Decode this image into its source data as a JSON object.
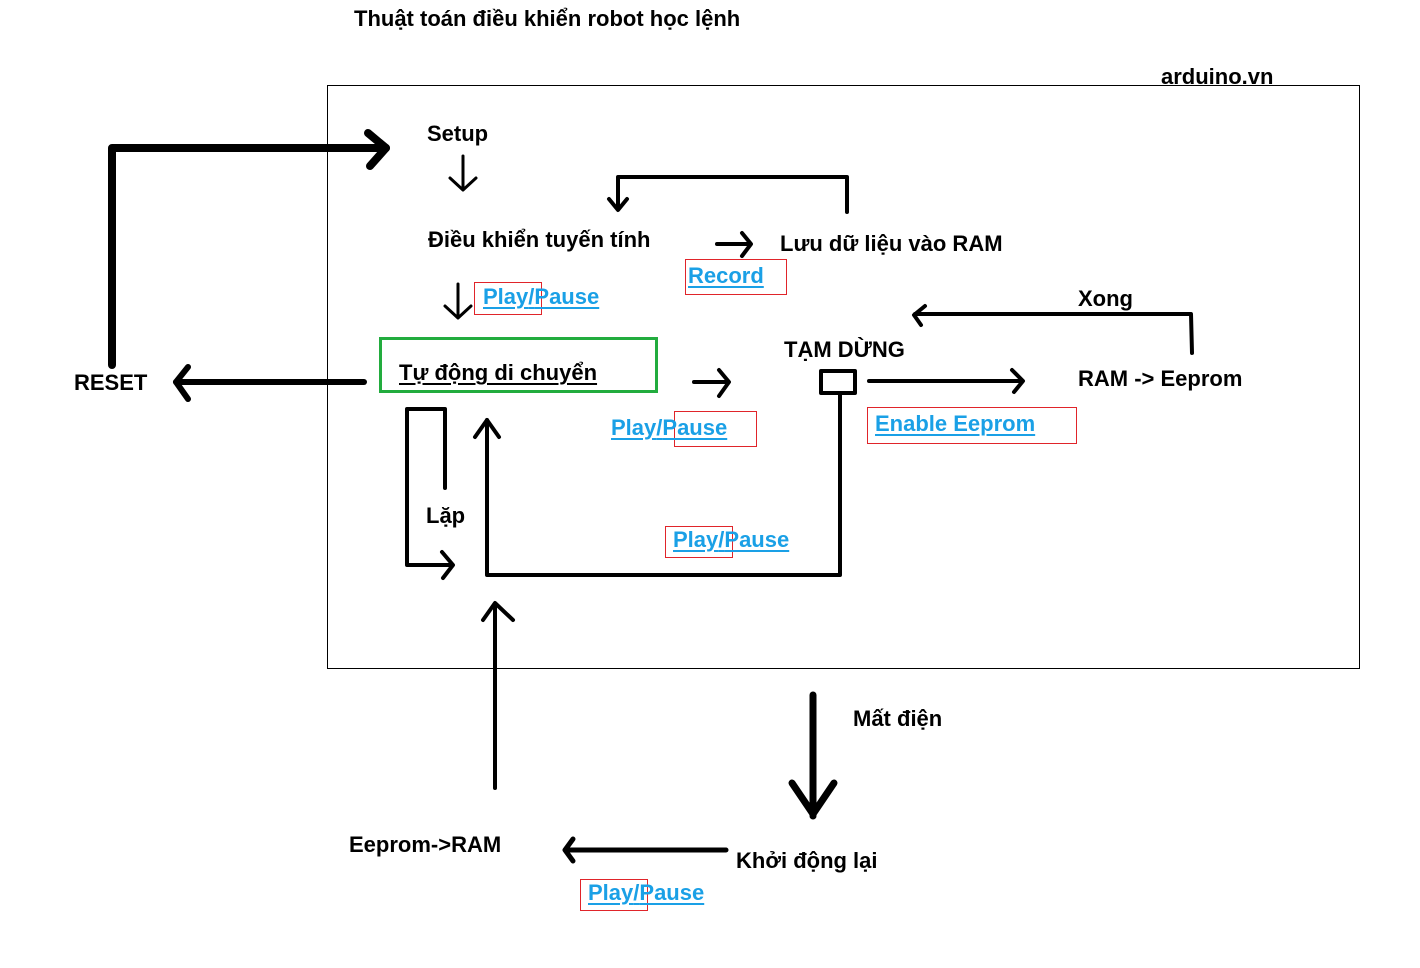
{
  "title": "Thuật toán điều khiển robot học lệnh",
  "watermark": "arduino.vn",
  "colors": {
    "link": "#1aa0e6",
    "highlight_box": "#e0242a",
    "active_state_box": "#22ac3e",
    "line": "#000000"
  },
  "nodes": {
    "setup": "Setup",
    "linear_control": "Điều khiển tuyến tính",
    "save_ram": "Lưu dữ liệu vào RAM",
    "auto_move": "Tự động di chuyển",
    "pause": "TẠM DỪNG",
    "ram_to_eeprom": "RAM -> Eeprom",
    "reset": "RESET",
    "loop": "Lặp",
    "done": "Xong",
    "power_loss": "Mất điện",
    "restart": "Khởi động lại",
    "eeprom_to_ram": "Eeprom->RAM"
  },
  "buttons": {
    "record": "Record",
    "play_pause_1": {
      "play": "Play",
      "slash": "/",
      "pause": "Pause",
      "highlighted": "Play"
    },
    "play_pause_2": {
      "play": "Play",
      "slash": "/",
      "pause": "Pause",
      "highlighted": "Pause"
    },
    "play_pause_3": {
      "play": "Play",
      "slash": "/",
      "pause": "Pause",
      "highlighted": "Play"
    },
    "play_pause_4": {
      "play": "Play",
      "slash": "/",
      "pause": "Pause",
      "highlighted": "Play"
    },
    "enable_eeprom": "Enable Eeprom"
  }
}
